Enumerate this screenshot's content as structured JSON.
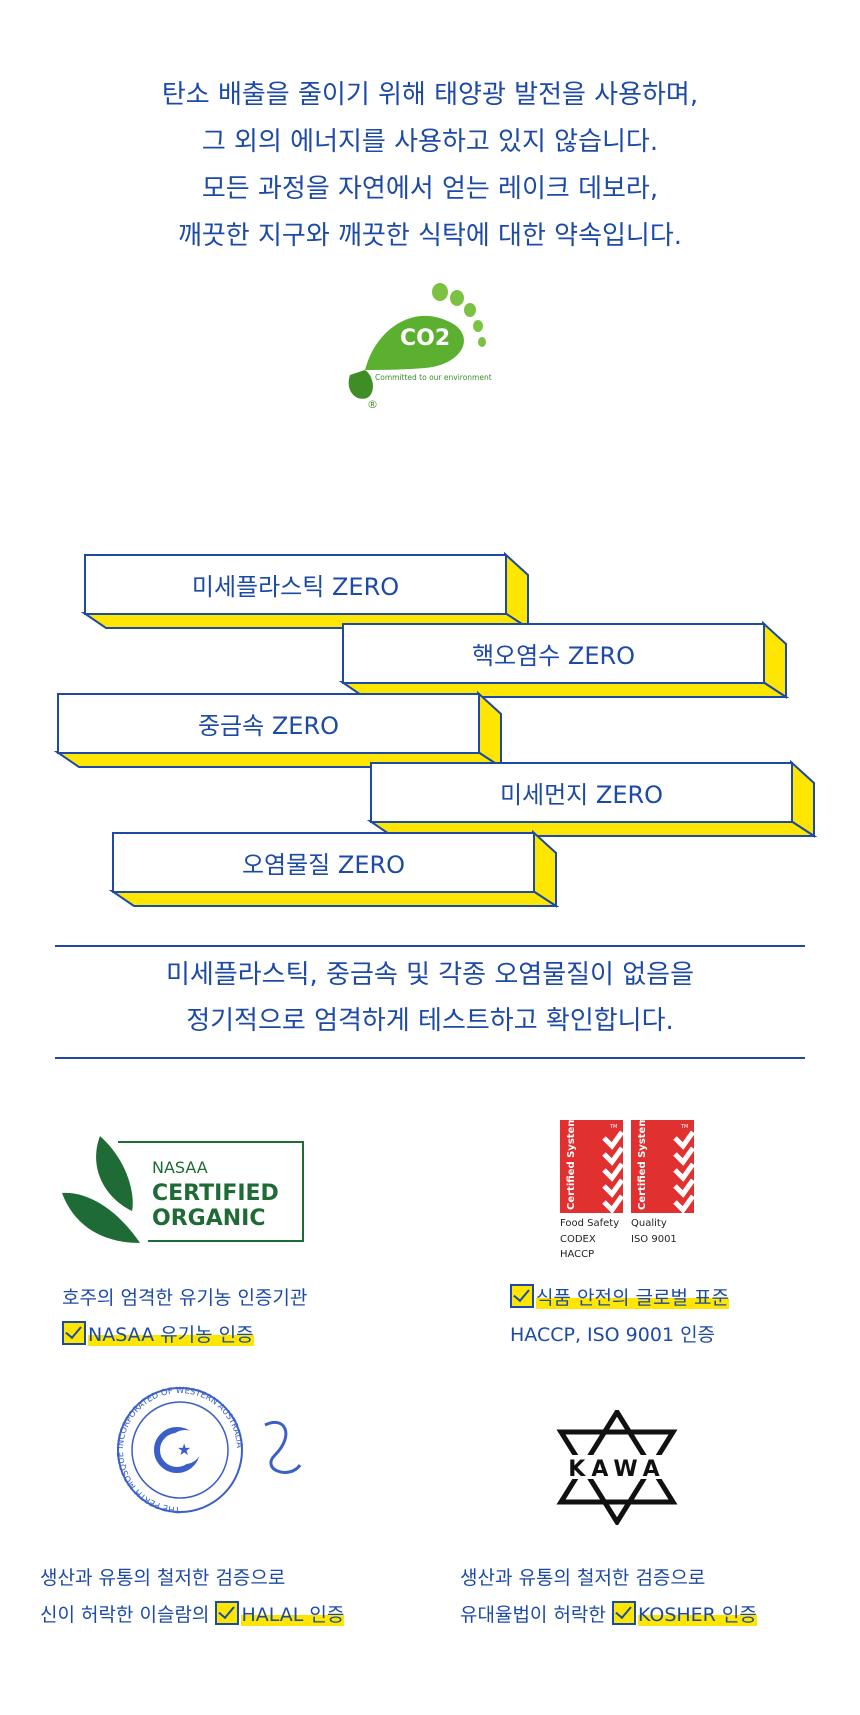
{
  "intro": {
    "lines": [
      "탄소 배출을 줄이기 위해 태양광 발전을 사용하며,",
      "그 외의 에너지를 사용하고 있지 않습니다.",
      "모든 과정을 자연에서 얻는 레이크 데보라,",
      "깨끗한 지구와 깨끗한 식탁에 대한 약속입니다."
    ]
  },
  "co2_logo": {
    "text": "CO2",
    "tagline": "Committed to our environment",
    "mark": "®"
  },
  "zero_items": [
    "미세플라스틱 ZERO",
    "핵오염수 ZERO",
    "중금속 ZERO",
    "미세먼지 ZERO",
    "오염물질 ZERO"
  ],
  "testing": {
    "lines": [
      "미세플라스틱, 중금속 및 각종 오염물질이 없음을",
      "정기적으로 엄격하게 테스트하고 확인합니다."
    ]
  },
  "colors": {
    "blue": "#1c4aa6",
    "yellow": "#ffe600",
    "green": "#1e6b35",
    "red": "#e03030"
  },
  "certs": {
    "nasaa": {
      "logo": [
        "NASAA",
        "CERTIFIED",
        "ORGANIC"
      ],
      "line1": "호주의 엄격한 유기농 인증기관",
      "line2": "NASAA 유기농 인증"
    },
    "haccp": {
      "badge": "Certified System",
      "tm": "TM",
      "left_label": [
        "Food Safety",
        "CODEX",
        "HACCP"
      ],
      "right_label": [
        "Quality",
        "ISO 9001"
      ],
      "line1": "식품 안전의 글로벌 표준",
      "line2": "HACCP, ISO 9001 인증"
    },
    "halal": {
      "seal": "THE PERTH MOSQUE INCORPORATED OF WESTERN AUSTRALIA",
      "line1": "생산과 유통의 철저한 검증으로",
      "line2_prefix": "신이 허락한 이슬람의",
      "line2_hl": "HALAL 인증"
    },
    "kosher": {
      "logo": "KAWA",
      "line1": "생산과 유통의 철저한 검증으로",
      "line2_prefix": "유대율법이 허락한",
      "line2_hl": "KOSHER 인증"
    }
  }
}
